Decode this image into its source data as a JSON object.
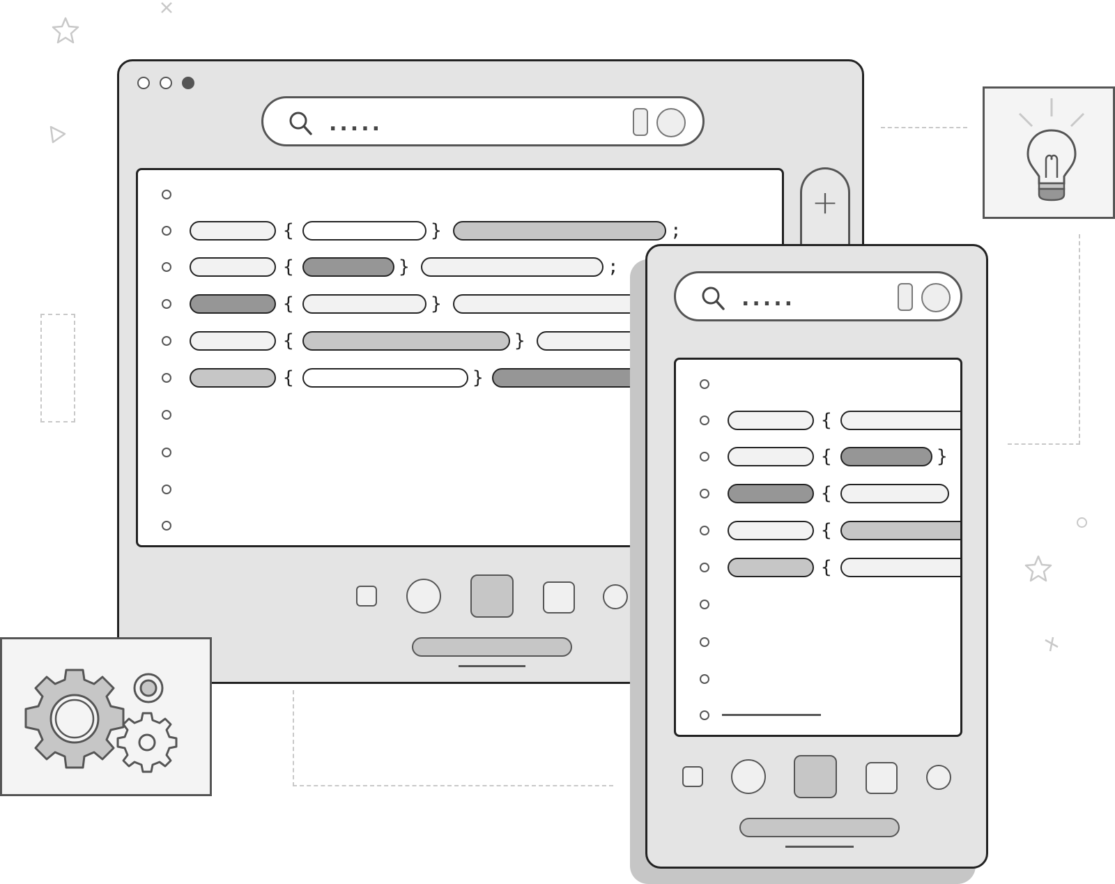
{
  "desktop": {
    "search_text": ".....",
    "window_dots": [
      "close",
      "minimize",
      "maximize"
    ],
    "code_rows": [
      {
        "brace_open": "{",
        "brace_close": "}",
        "terminator": ";"
      },
      {
        "brace_open": "{",
        "brace_close": "}",
        "terminator": ";"
      },
      {
        "brace_open": "{",
        "brace_close": "}",
        "terminator": ""
      },
      {
        "brace_open": "{",
        "brace_close": "}",
        "terminator": ""
      },
      {
        "brace_open": "{",
        "brace_close": "}",
        "terminator": ""
      }
    ],
    "plus_label": "+"
  },
  "mobile": {
    "search_text": ".....",
    "code_rows": [
      {
        "brace_open": "{",
        "brace_close": ""
      },
      {
        "brace_open": "{",
        "brace_close": "}"
      },
      {
        "brace_open": "{",
        "brace_close": ""
      },
      {
        "brace_open": "{",
        "brace_close": ""
      },
      {
        "brace_open": "{",
        "brace_close": ""
      }
    ]
  },
  "icons": {
    "search": "magnifier-icon",
    "microphone": "mic-icon",
    "camera": "camera-icon",
    "lightbulb": "lightbulb-icon",
    "gears": "gear-icon",
    "star": "star-icon",
    "cross": "cross-icon",
    "play": "play-icon"
  },
  "colors": {
    "window_bg": "#e4e4e4",
    "outline": "#222222",
    "pill_light": "#f2f2f2",
    "pill_mid": "#c6c6c6",
    "pill_dark": "#969696",
    "decor": "#c8c8c8"
  }
}
